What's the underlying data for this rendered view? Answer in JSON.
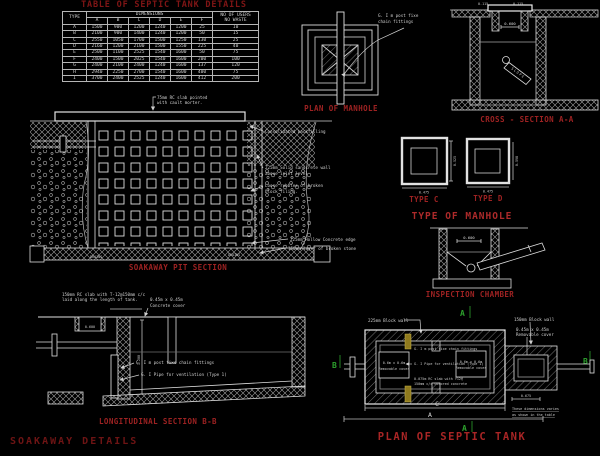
{
  "colors": {
    "background": "#000000",
    "line": "#e0e0e0",
    "label_red": "#9e2222",
    "title_dark_red": "#801515",
    "section_mark_green": "#2da32d",
    "vent_olive": "#8f7a1e"
  },
  "table": {
    "title": "TABLE OF SEPTIC TANK DETAILS",
    "header": {
      "type": "TYPE",
      "dimensions": "DIMENSIONS",
      "users_line1": "NO OF USERS",
      "users_line2": "NO WASTE"
    },
    "dim_columns": [
      "A",
      "B",
      "C",
      "D",
      "E",
      "F"
    ],
    "rows": [
      [
        "A",
        "1500",
        "900",
        "1200",
        "1240",
        "1200",
        "25",
        "10"
      ],
      [
        "B",
        "2100",
        "900",
        "1400",
        "1240",
        "1200",
        "50",
        "15"
      ],
      [
        "C",
        "2550",
        "1050",
        "1700",
        "1500",
        "1250",
        "130",
        "25"
      ],
      [
        "D",
        "2160",
        "1200",
        "2100",
        "1500",
        "1550",
        "225",
        "40"
      ],
      [
        "E",
        "2500",
        "1100",
        "2525",
        "1540",
        "1600",
        "50",
        "75"
      ],
      [
        "F",
        "2400",
        "1500",
        "2025",
        "1540",
        "1600",
        "200",
        "100"
      ],
      [
        "G",
        "2400",
        "2100",
        "2400",
        "1240",
        "1600",
        "137",
        "120"
      ],
      [
        "H",
        "2940",
        "2250",
        "2700",
        "1540",
        "1600",
        "400",
        "75"
      ],
      [
        "I",
        "3700",
        "2400",
        "2525",
        "1240",
        "1600",
        "412",
        "200"
      ]
    ]
  },
  "plan_of_manhole": {
    "label": "PLAN OF MANHOLE",
    "note_l1": "G. I m post fixe",
    "note_l2": "chain fittings"
  },
  "cross_section": {
    "label": "CROSS - SECTION A-A",
    "dim_left": "0.115",
    "dim_right": "0.115",
    "dim_opening": "0.600",
    "slope_text": "SLOPE"
  },
  "type_of_manhole": {
    "label": "TYPE OF MANHOLE",
    "type_c": "TYPE C",
    "type_d": "TYPE D",
    "dim_c_width": "0.475",
    "dim_c_height": "0.525",
    "dim_d_width": "0.475",
    "dim_d_height": "0.598"
  },
  "soakaway_section": {
    "label": "SOAKAWAY PIT SECTION",
    "note_slab_l1": "75mm RC slab pointed",
    "note_slab_l2": "with cault morter.",
    "note_backfill": "Consolidated backfilling",
    "note_wall_l1": "225mm Solid sandcrete wall",
    "note_wall_l2": "above inlet level",
    "note_rubble_l1": "Loose rubbles of broken",
    "note_rubble_l2": "block filing.",
    "note_edge": "225mm Hollow Concrete edge",
    "note_stone": "150mm layer of broken stone",
    "drain_left": "DRAINS",
    "drain_right": "DRAINS"
  },
  "inspection_chamber": {
    "label": "INSPECTION CHAMBER",
    "dim_opening": "0.600"
  },
  "longitudinal_section": {
    "label": "LONGITUDINAL SECTION B-B",
    "note_slab_l1": "150mm RC slab with T-12@150mm c/c",
    "note_slab_l2": "laid along the length of tank.",
    "note_cover_l1": "0.45m x 0.45m",
    "note_cover_l2": "Concrete cover",
    "dim_opening": "0.600",
    "dim_depth": "1.200",
    "note_chain": "G. I m post fixe chain fittings",
    "note_vent": "G. I Pipe for ventilation (Type 1)"
  },
  "soakaway_details_title": "SOAKAWAY  DETAILS",
  "plan_of_septic_tank": {
    "label": "PLAN OF SEPTIC TANK",
    "note_wall225": "225mm Block wall",
    "note_wall150": "150mm Block wall",
    "note_cover45_l1": "0.45m x 0.45m",
    "note_cover45_l2": "Removable cover",
    "cover_l1": "0.6m x 0.6m",
    "cover_l2": "Removable cover",
    "note_chain": "G. I m post fixe chain fittings",
    "note_vent": "G. I Pipe for ventilation (Type 1)",
    "note_slab_l1": "0.075m RC slab with Y12@",
    "note_slab_l2": "150mm c/c colored concrete",
    "dim_c": "C",
    "dim_a": "A",
    "dim_0675": "0.675",
    "mark_a": "A",
    "mark_b": "B",
    "note_dims_l1": "These dimensions varies",
    "note_dims_l2": "as shown in the table"
  }
}
